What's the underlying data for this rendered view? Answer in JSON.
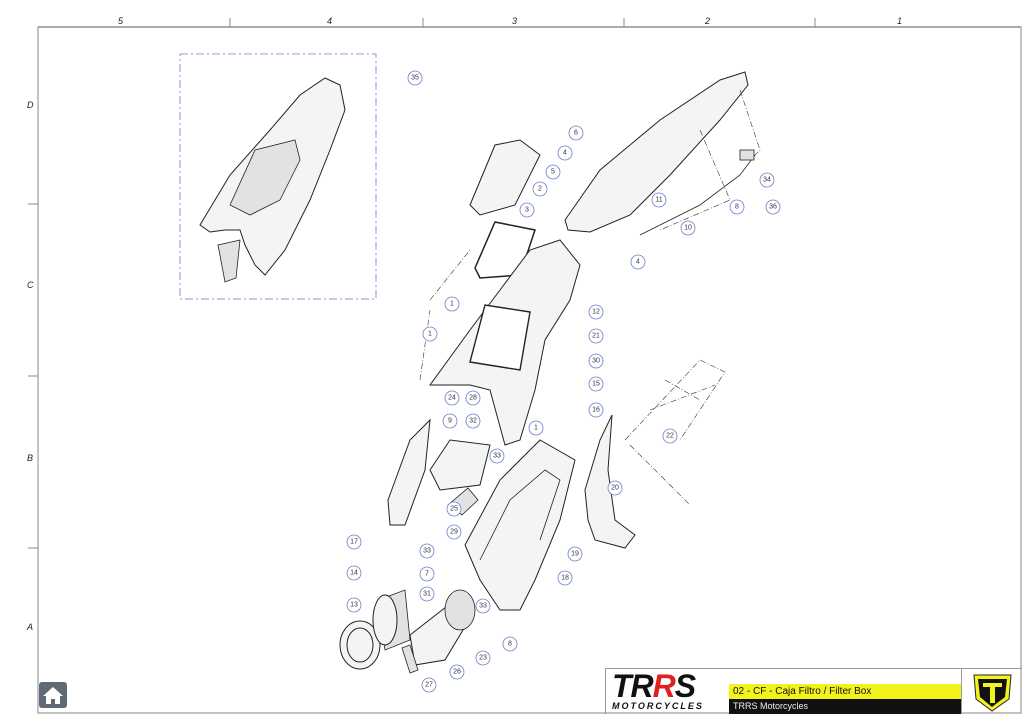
{
  "grid": {
    "columns": [
      "5",
      "4",
      "3",
      "2",
      "1"
    ],
    "rows": [
      "D",
      "C",
      "B",
      "A"
    ]
  },
  "callouts": [
    "35",
    "6",
    "4",
    "5",
    "2",
    "3",
    "34",
    "36",
    "8",
    "11",
    "10",
    "4",
    "12",
    "1",
    "21",
    "1",
    "30",
    "15",
    "16",
    "24",
    "28",
    "9",
    "32",
    "22",
    "1",
    "33",
    "20",
    "25",
    "29",
    "17",
    "33",
    "19",
    "7",
    "18",
    "14",
    "31",
    "33",
    "13",
    "8",
    "23",
    "26",
    "27"
  ],
  "title_block": {
    "logo_text": "TRRS",
    "logo_subtext": "MOTORCYCLES",
    "drawing_title": "02 - CF - Caja Filtro / Filter Box",
    "company": "TRRS Motorcycles"
  },
  "colors": {
    "title_bar": "#f2f21c",
    "callout_stroke": "#6a7fd0",
    "logo_red": "#e0201e"
  },
  "home_button": {
    "icon": "home-icon"
  }
}
